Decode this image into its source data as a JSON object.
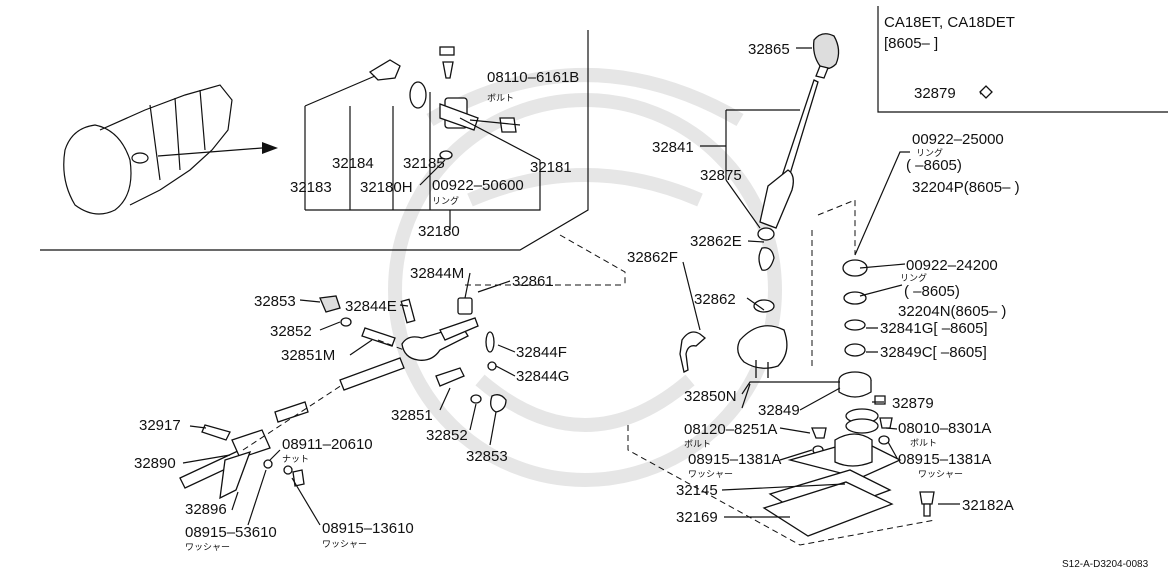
{
  "footer": {
    "ref": "S12-A-D3204-0083"
  },
  "variant_box": {
    "engines": "CA18ET, CA18DET",
    "range": "[8605–          ]",
    "part": "32879"
  },
  "left_group": {
    "p32180": "32180",
    "p32183": "32183",
    "p32184": "32184",
    "p32180h": "32180H",
    "p32185": "32185",
    "p32181": "32181",
    "p0092250600": "00922–50600",
    "ring": "リング",
    "p0811061618": "08110–6161B",
    "bolt": "ボルト"
  },
  "linkage": {
    "p32853a": "32853",
    "p32844e": "32844E",
    "p32844m": "32844M",
    "p32861": "32861",
    "p32852a": "32852",
    "p32851m": "32851M",
    "p32844f": "32844F",
    "p32844g": "32844G",
    "p32851": "32851",
    "p32852b": "32852",
    "p32853b": "32853",
    "p32917": "32917",
    "p32890": "32890",
    "p0891120610": "08911–20610",
    "nut": "ナット",
    "p32896": "32896",
    "p0891553610": "08915–53610",
    "washer1": "ワッシャー",
    "p0891513610": "08915–13610",
    "washer2": "ワッシャー"
  },
  "shifter": {
    "p32865": "32865",
    "p32841": "32841",
    "p32875": "32875",
    "p32862e": "32862E",
    "p32862f": "32862F",
    "p32862": "32862",
    "p32850n": "32850N",
    "p32849": "32849",
    "p32879": "32879",
    "p0812082518": "08120–8251A",
    "bolt": "ボルト",
    "p0891513818a": "08915–1381A",
    "washer_a": "ワッシャー",
    "p0801083018": "08010–8301A",
    "bolt2": "ボルト",
    "p0891513818b": "08915–1381A",
    "washer_b": "ワッシャー",
    "p32145": "32145",
    "p32169": "32169",
    "p32182a": "32182A"
  },
  "right_col": {
    "p0092225000": "00922–25000",
    "ring1": "リング",
    "r1": "(          –8605)",
    "p32204p": "32204P(8605–          )",
    "p0092224200": "00922–24200",
    "ring2": "リング",
    "r2": "(          –8605)",
    "p32204n": "32204N(8605–          )",
    "p32841g": "32841G[          –8605]",
    "p32849c": "32849C[          –8605]"
  }
}
